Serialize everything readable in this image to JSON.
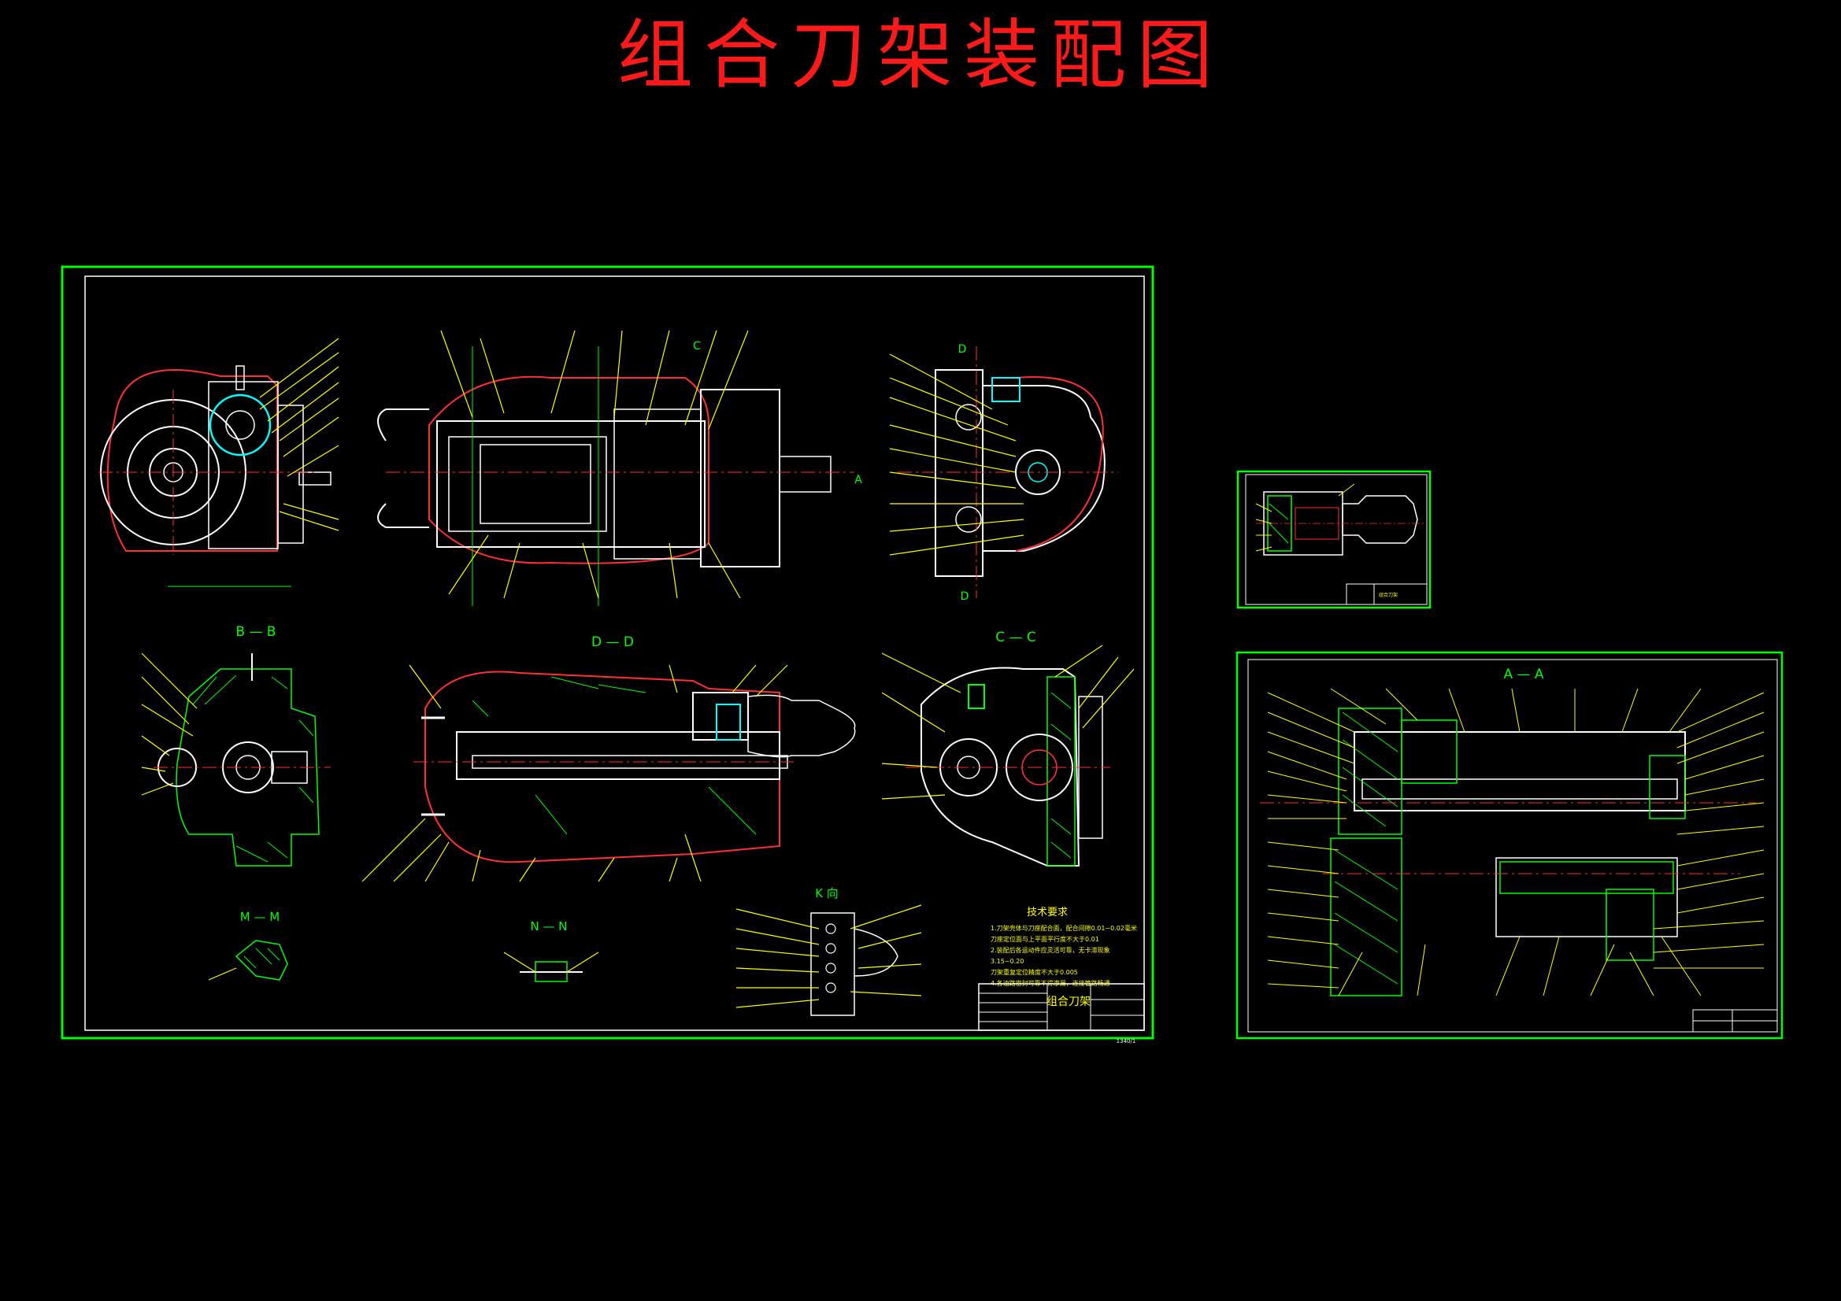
{
  "title": "组合刀架装配图",
  "colors": {
    "background": "#000000",
    "title": "#ff1a1a",
    "frame": "#00ff00",
    "inner_frame": "#ffffff",
    "leader": "#ffff00",
    "outline": "#ffffff",
    "hatch": "#00ff00",
    "section": "#ff3030",
    "center": "#ff3030",
    "accent": "#00ffff"
  },
  "sheet_main": {
    "section_labels": {
      "bb": "B — B",
      "dd": "D — D",
      "cc": "C — C",
      "mm": "M — M",
      "nn": "N — N",
      "k": "K 向"
    },
    "view_letters": {
      "a": "A",
      "c": "C",
      "d": "D"
    },
    "tech_req_title": "技术要求",
    "tech_req_lines": [
      "1.刀架壳体与刀座配合面，配合间隙0.01~0.02毫米",
      "  刀座定位面与上平面平行度不大于0.01",
      "2.装配后各运动件应灵活可靠，无卡滞现象",
      "3.15~0.20",
      "  刀架重复定位精度不大于0.005",
      "4.各油路密封可靠不得渗漏，连接管路畅通"
    ],
    "title_block": {
      "name": "组合刀架",
      "code": "1340/1"
    }
  },
  "sheet_small": {
    "title_block": {
      "name": "组合刀架"
    }
  },
  "sheet_right": {
    "section_label": "A — A"
  }
}
